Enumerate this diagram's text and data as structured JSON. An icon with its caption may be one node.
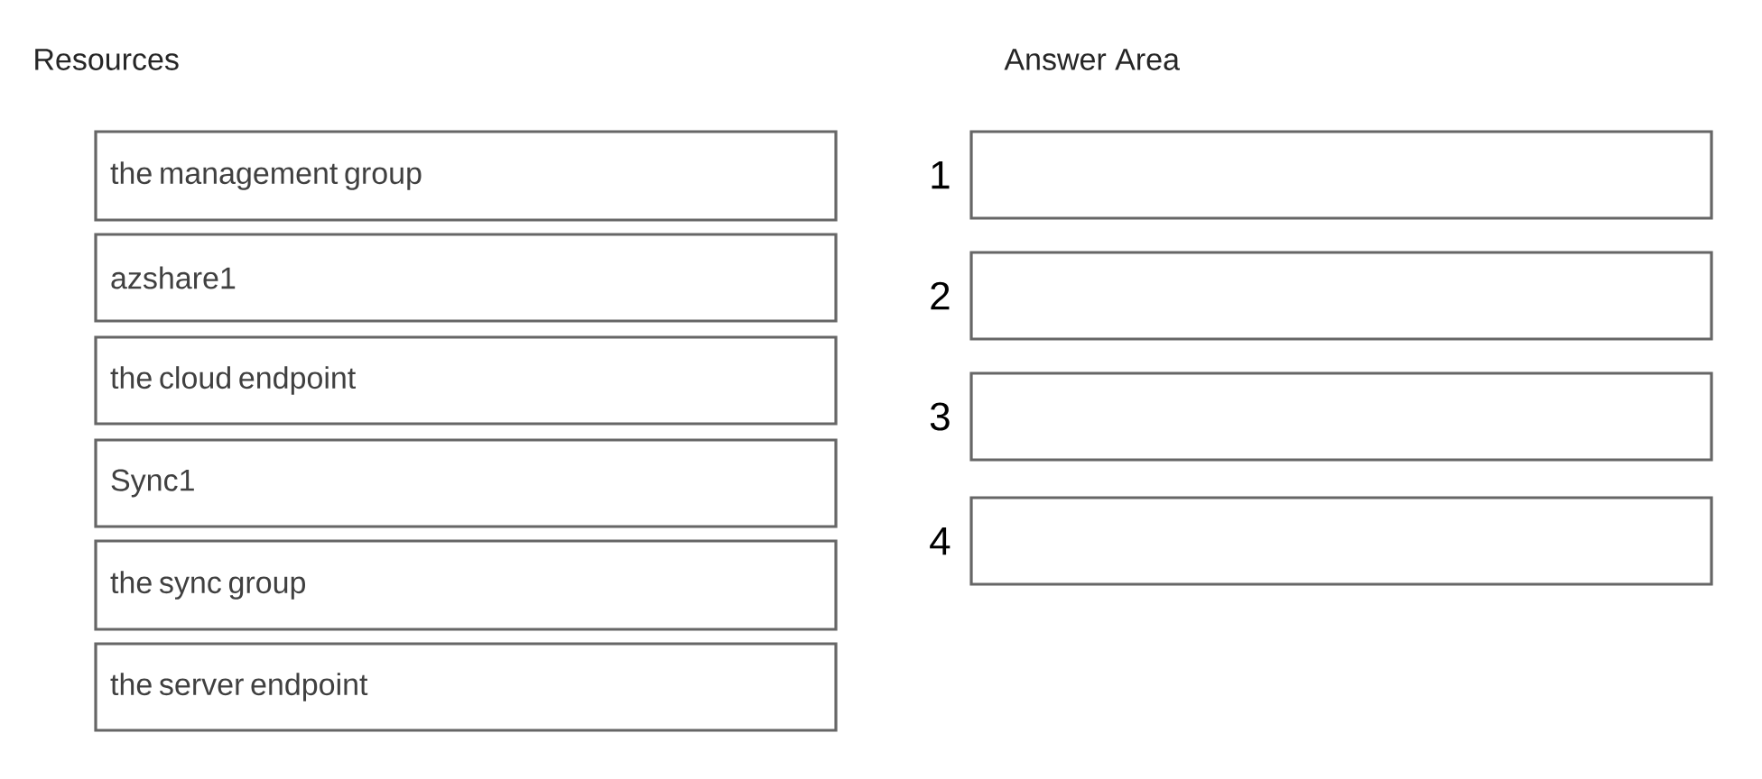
{
  "diagram": {
    "nodes": [
      {
        "text": [
          "the management group"
        ]
      },
      {
        "text": [
          "azshare1"
        ]
      },
      {
        "text": [
          "the cloud endpoint"
        ]
      },
      {
        "text": [
          "Sync1"
        ]
      },
      {
        "text": [
          "the sync group"
        ]
      },
      {
        "text": [
          "the server endpoint"
        ]
      },
      {
        "text": [],
        "shape": "box",
        "beside": [
          "1"
        ]
      },
      {
        "text": [],
        "shape": "box",
        "beside": [
          "2"
        ]
      },
      {
        "text": [],
        "shape": "box",
        "beside": [
          "3"
        ]
      },
      {
        "text": [],
        "shape": "box",
        "beside": [
          "4"
        ]
      }
    ],
    "labels": [
      "Resources",
      "Answer Area"
    ]
  }
}
